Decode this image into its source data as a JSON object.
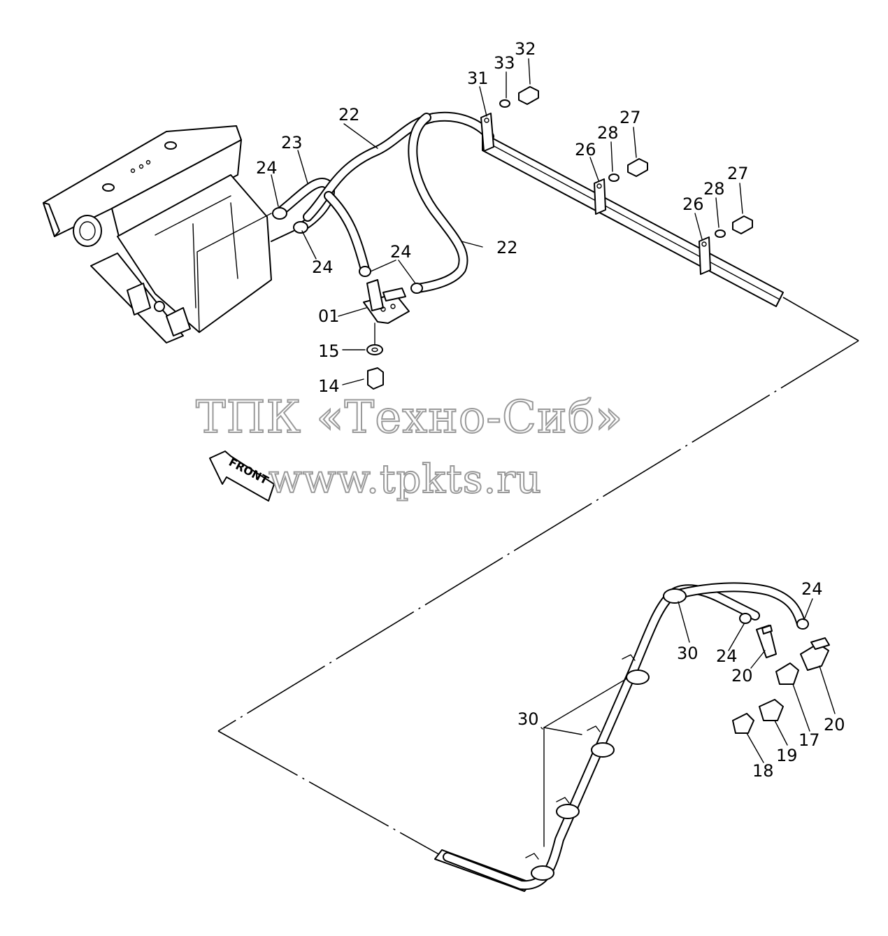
{
  "watermark": {
    "line1": "ТПК «Техно-Сиб»",
    "line2": "www.tpkts.ru"
  },
  "front_arrow": {
    "label": "FRONT"
  },
  "callouts": {
    "c01": "01",
    "c14": "14",
    "c15": "15",
    "c17": "17",
    "c18": "18",
    "c19": "19",
    "c20a": "20",
    "c20b": "20",
    "c22a": "22",
    "c22b": "22",
    "c23": "23",
    "c24a": "24",
    "c24b": "24",
    "c24c": "24",
    "c24d": "24",
    "c24e": "24",
    "c26a": "26",
    "c26b": "26",
    "c27a": "27",
    "c27b": "27",
    "c28a": "28",
    "c28b": "28",
    "c30a": "30",
    "c30b": "30",
    "c31": "31",
    "c32": "32",
    "c33": "33"
  }
}
